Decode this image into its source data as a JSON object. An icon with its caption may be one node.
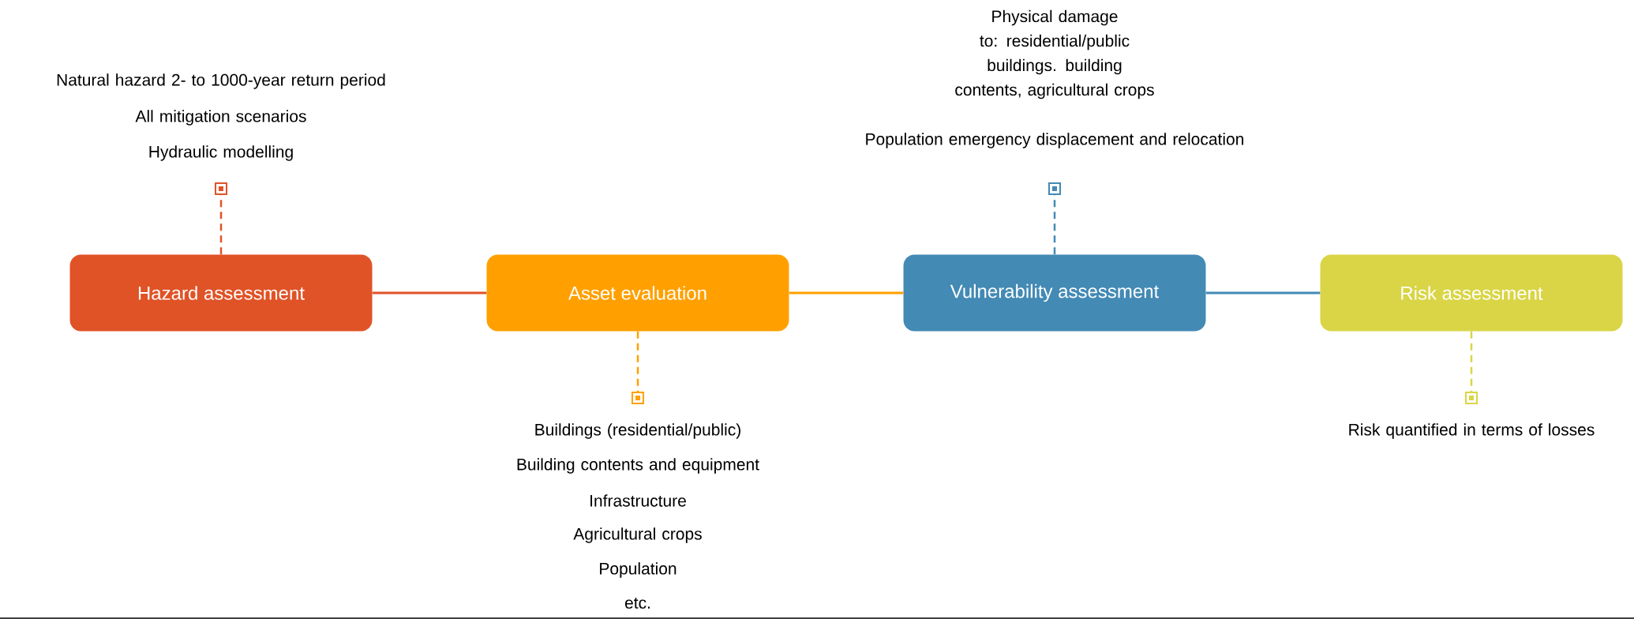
{
  "diagram": {
    "nodes": [
      {
        "text": [
          "Hazard assessment"
        ]
      },
      {
        "text": [
          "Asset evaluation"
        ]
      },
      {
        "text": [
          "Vulnerability assessment"
        ]
      },
      {
        "text": [
          "Risk assessment"
        ]
      },
      {
        "text": [],
        "shape": "box",
        "beside": [
          "Natural hazard 2- to 1000-year return period",
          "All mitigation scenarios",
          "Hydraulic modelling"
        ]
      },
      {
        "text": [],
        "shape": "box",
        "beside": [
          "Buildings (residential/public)",
          "Building contents and equipment",
          "Infrastructure",
          "Agricultural crops",
          "Population",
          "etc."
        ]
      },
      {
        "text": [],
        "shape": "box",
        "beside": [
          "Physical damage to: residential/public buildings. building contents, agricultural crops",
          "Population emergency displacement and relocation"
        ]
      },
      {
        "text": [],
        "shape": "box",
        "beside": [
          "Risk quantified in terms of losses"
        ]
      }
    ],
    "edges": [
      {
        "from": 0,
        "to": 1,
        "arrow": "none",
        "color": "#e05327"
      },
      {
        "from": 1,
        "to": 2,
        "arrow": "none",
        "color": "#ffa000"
      },
      {
        "from": 2,
        "to": 3,
        "arrow": "none",
        "color": "#438ab5"
      },
      {
        "from": 0,
        "to": 4,
        "arrow": "none",
        "style": "dashed",
        "color": "#e05327"
      },
      {
        "from": 1,
        "to": 5,
        "arrow": "none",
        "style": "dashed",
        "color": "#ffa000"
      },
      {
        "from": 2,
        "to": 6,
        "arrow": "none",
        "style": "dashed",
        "color": "#438ab5"
      },
      {
        "from": 3,
        "to": 7,
        "arrow": "none",
        "style": "dashed",
        "color": "#d9d546"
      }
    ]
  }
}
